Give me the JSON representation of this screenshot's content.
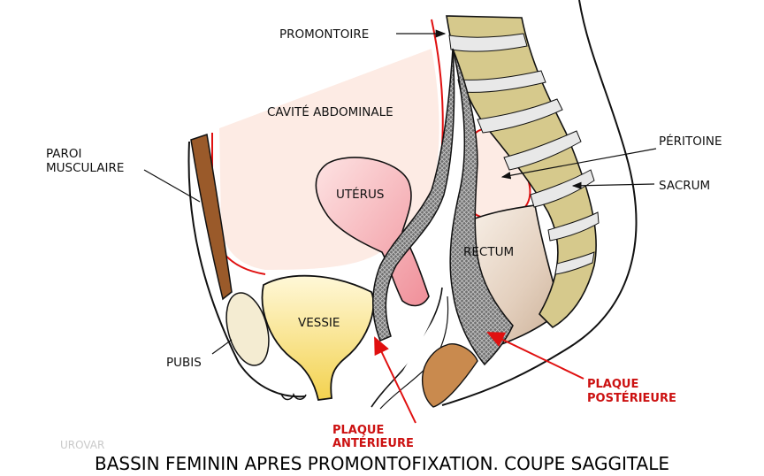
{
  "labels": {
    "promontoire": "PROMONTOIRE",
    "cavite": "CAVITÉ ABDOMINALE",
    "paroi_line1": "PAROI",
    "paroi_line2": "MUSCULAIRE",
    "uterus": "UTÉRUS",
    "peritoine": "PÉRITOINE",
    "sacrum": "SACRUM",
    "rectum": "RECTUM",
    "vessie": "VESSIE",
    "pubis": "PUBIS",
    "plaque_post_line1": "PLAQUE",
    "plaque_post_line2": "POSTÉRIEURE",
    "plaque_ant_line1": "PLAQUE",
    "plaque_ant_line2": "ANTÉRIEURE"
  },
  "watermark": "UROVAR",
  "caption": "BASSIN FEMININ APRES PROMONTOFIXATION. COUPE SAGGITALE",
  "colors": {
    "outline": "#111111",
    "peritoneum": "#e01010",
    "cavity_fill": "#fdebe4",
    "muscle_wall": "#9a5a2a",
    "pubis": "#f4ecd2",
    "bladder": "#f6dc6a",
    "uterus": "#f7b3b8",
    "rectum": "#e2cdbb",
    "sacrum_vertebra": "#d6c98c",
    "sacrum_disc": "#e8e8e8",
    "mesh": "#6f6f6f",
    "anal_canal": "#c98a4e",
    "annotation_red": "#e01010"
  }
}
